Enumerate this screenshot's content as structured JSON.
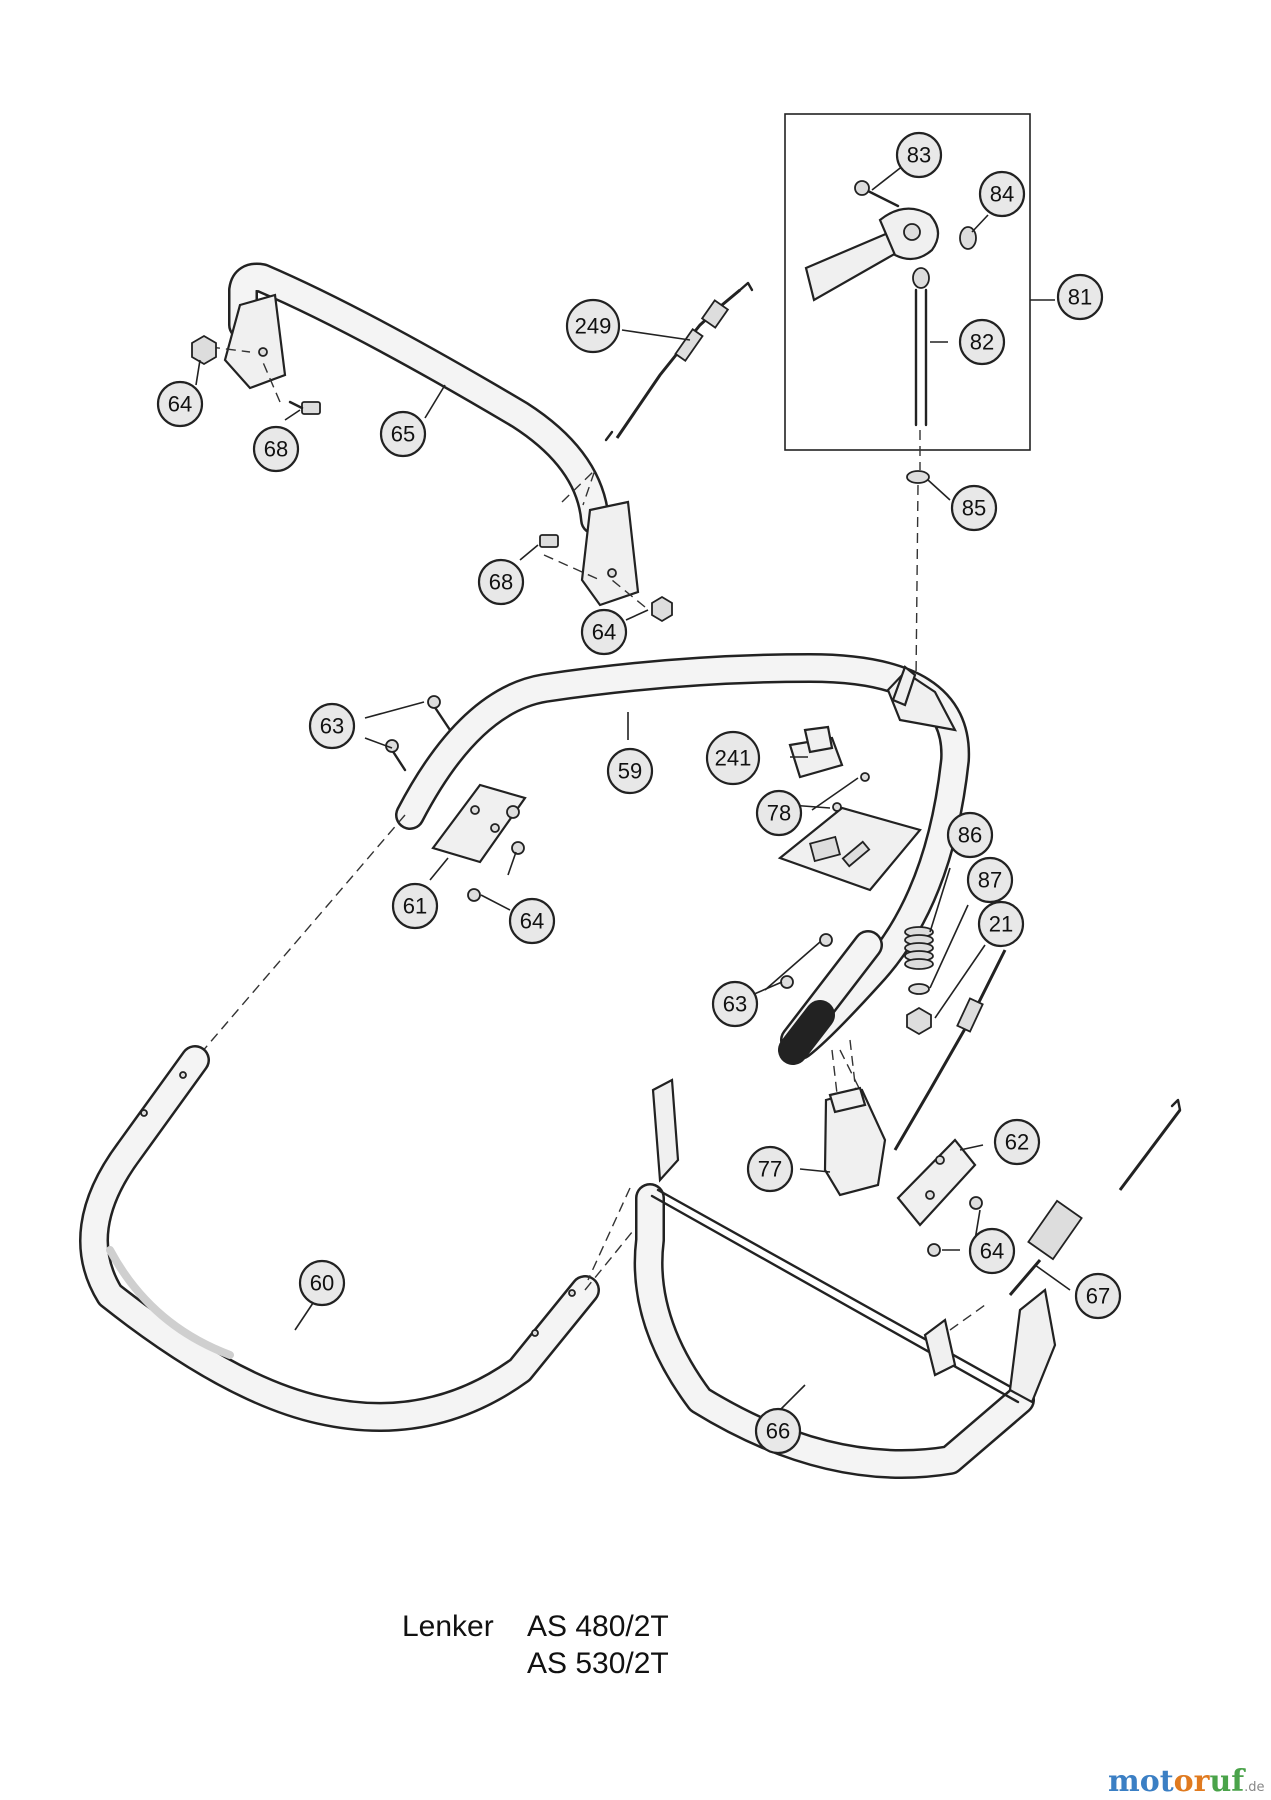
{
  "caption": {
    "label": "Lenker",
    "models": [
      "AS 480/2T",
      "AS 530/2T"
    ]
  },
  "watermark": {
    "part1": "mot",
    "part2": "or",
    "part3": "uf",
    "suffix": ".de"
  },
  "callouts": [
    {
      "id": "83",
      "label": "83"
    },
    {
      "id": "84",
      "label": "84"
    },
    {
      "id": "81",
      "label": "81"
    },
    {
      "id": "82",
      "label": "82"
    },
    {
      "id": "85",
      "label": "85"
    },
    {
      "id": "249",
      "label": "249"
    },
    {
      "id": "64a",
      "label": "64"
    },
    {
      "id": "68a",
      "label": "68"
    },
    {
      "id": "65",
      "label": "65"
    },
    {
      "id": "68b",
      "label": "68"
    },
    {
      "id": "64b",
      "label": "64"
    },
    {
      "id": "63a",
      "label": "63"
    },
    {
      "id": "59",
      "label": "59"
    },
    {
      "id": "241",
      "label": "241"
    },
    {
      "id": "78",
      "label": "78"
    },
    {
      "id": "86",
      "label": "86"
    },
    {
      "id": "87",
      "label": "87"
    },
    {
      "id": "21",
      "label": "21"
    },
    {
      "id": "61",
      "label": "61"
    },
    {
      "id": "64c",
      "label": "64"
    },
    {
      "id": "63b",
      "label": "63"
    },
    {
      "id": "62",
      "label": "62"
    },
    {
      "id": "77",
      "label": "77"
    },
    {
      "id": "64d",
      "label": "64"
    },
    {
      "id": "67",
      "label": "67"
    },
    {
      "id": "60",
      "label": "60"
    },
    {
      "id": "66",
      "label": "66"
    }
  ]
}
